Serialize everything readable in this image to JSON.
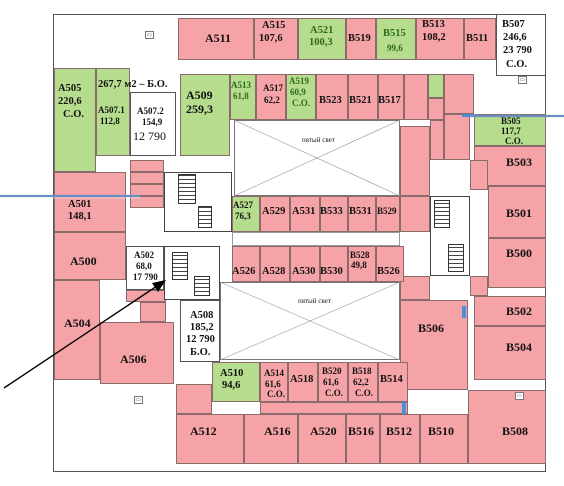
{
  "atrium": {
    "north_label": "пятый свет",
    "south_label": "пятый свет"
  },
  "rooms": {
    "a511": {
      "name": "A511"
    },
    "a515": {
      "name": "A515",
      "area": "107,6"
    },
    "a521": {
      "name": "A521",
      "area": "100,3"
    },
    "b519": {
      "name": "B519"
    },
    "b515": {
      "name": "B515",
      "area": "99,6"
    },
    "b513": {
      "name": "B513",
      "area": "108,2"
    },
    "b511": {
      "name": "B511"
    },
    "b507": {
      "name": "B507",
      "area": "246,6",
      "price": "23 790",
      "note": "C.O."
    },
    "a505": {
      "name": "A505",
      "area": "220,6",
      "note": "C.O."
    },
    "a507_1": {
      "name": "A507.1",
      "area": "112,8",
      "extra": "267,7 м2 – Б.О."
    },
    "a507_2": {
      "name": "A507.2",
      "area": "154,9",
      "price": "12 790"
    },
    "a509": {
      "name": "A509",
      "area": "259,3"
    },
    "a513": {
      "name": "A513",
      "area": "61,8"
    },
    "a517": {
      "name": "A517",
      "area": "62,2"
    },
    "a519": {
      "name": "A519",
      "area": "60,9",
      "note": "C.O."
    },
    "b523": {
      "name": "B523"
    },
    "b521": {
      "name": "B521"
    },
    "b517": {
      "name": "B517"
    },
    "b505": {
      "name": "B505",
      "area": "117,7",
      "note": "C.O."
    },
    "b503": {
      "name": "B503"
    },
    "a501": {
      "name": "A501",
      "area": "148,1"
    },
    "a527": {
      "name": "A527",
      "area": "76,3"
    },
    "a529": {
      "name": "A529"
    },
    "a531": {
      "name": "A531"
    },
    "b533": {
      "name": "B533"
    },
    "b531": {
      "name": "B531"
    },
    "b529": {
      "name": "B529"
    },
    "b501": {
      "name": "B501"
    },
    "a500": {
      "name": "A500"
    },
    "a502": {
      "name": "A502",
      "area": "68,0",
      "price": "17 790"
    },
    "a526": {
      "name": "A526"
    },
    "a528": {
      "name": "A528"
    },
    "a530": {
      "name": "A530"
    },
    "b530": {
      "name": "B530"
    },
    "b528": {
      "name": "B528",
      "area": "49,8"
    },
    "b526": {
      "name": "B526"
    },
    "b500": {
      "name": "B500"
    },
    "a504": {
      "name": "A504"
    },
    "a508": {
      "name": "A508",
      "area": "185,2",
      "price": "12 790",
      "note": "Б.О."
    },
    "b506": {
      "name": "B506"
    },
    "b502": {
      "name": "B502"
    },
    "a506": {
      "name": "A506"
    },
    "b504": {
      "name": "B504"
    },
    "a510": {
      "name": "A510",
      "area": "94,6"
    },
    "a514": {
      "name": "A514",
      "area": "61,6",
      "note": "C.O."
    },
    "a518": {
      "name": "A518"
    },
    "b520": {
      "name": "B520",
      "area": "61,6",
      "note": "C.O."
    },
    "b518": {
      "name": "B518",
      "area": "62,2",
      "note": "C.O."
    },
    "b514": {
      "name": "B514"
    },
    "a512": {
      "name": "A512"
    },
    "a516": {
      "name": "A516"
    },
    "a520": {
      "name": "A520"
    },
    "b516": {
      "name": "B516"
    },
    "b512": {
      "name": "B512"
    },
    "b510": {
      "name": "B510"
    },
    "b508": {
      "name": "B508"
    }
  },
  "colors": {
    "leased": "#f6a3a8",
    "vacant": "#b6dc8d",
    "window": "#4a90d9"
  }
}
